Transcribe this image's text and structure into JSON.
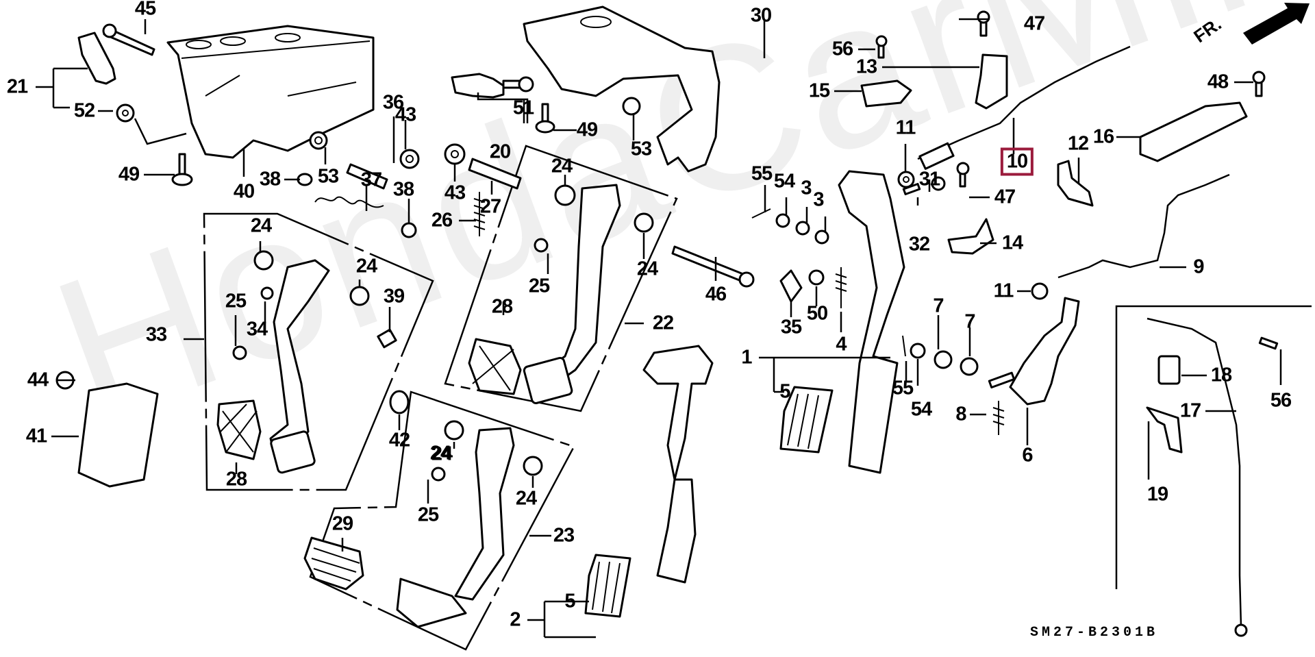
{
  "diagram": {
    "title": "Pedal Assembly Exploded View",
    "drawing_code": "SM27-B2301B",
    "watermark": "HondaCarMine.ru",
    "direction_indicator": "FR.",
    "highlight_color": "#9b1b3c",
    "highlighted_part": "10"
  },
  "callouts": [
    {
      "id": "c45",
      "text": "45"
    },
    {
      "id": "c21",
      "text": "21"
    },
    {
      "id": "c52",
      "text": "52"
    },
    {
      "id": "c49a",
      "text": "49"
    },
    {
      "id": "c40",
      "text": "40"
    },
    {
      "id": "c38a",
      "text": "38"
    },
    {
      "id": "c53a",
      "text": "53"
    },
    {
      "id": "c36",
      "text": "36"
    },
    {
      "id": "c43a",
      "text": "43"
    },
    {
      "id": "c37",
      "text": "37"
    },
    {
      "id": "c38b",
      "text": "38"
    },
    {
      "id": "c20",
      "text": "20"
    },
    {
      "id": "c51",
      "text": "51"
    },
    {
      "id": "c49b",
      "text": "49"
    },
    {
      "id": "c53b",
      "text": "53"
    },
    {
      "id": "c30",
      "text": "30"
    },
    {
      "id": "c43b",
      "text": "43"
    },
    {
      "id": "c27",
      "text": "27"
    },
    {
      "id": "c26",
      "text": "26"
    },
    {
      "id": "c24a",
      "text": "24"
    },
    {
      "id": "c24b",
      "text": "24"
    },
    {
      "id": "c24c",
      "text": "24"
    },
    {
      "id": "c25a",
      "text": "25"
    },
    {
      "id": "c34",
      "text": "34"
    },
    {
      "id": "c39",
      "text": "39"
    },
    {
      "id": "c33",
      "text": "33"
    },
    {
      "id": "c28a",
      "text": "28"
    },
    {
      "id": "c44",
      "text": "44"
    },
    {
      "id": "c41",
      "text": "41"
    },
    {
      "id": "c42",
      "text": "42"
    },
    {
      "id": "c24d",
      "text": "24"
    },
    {
      "id": "c24e",
      "text": "24"
    },
    {
      "id": "c25b",
      "text": "25"
    },
    {
      "id": "c28b",
      "text": "28"
    },
    {
      "id": "c22",
      "text": "22"
    },
    {
      "id": "c24f",
      "text": "24"
    },
    {
      "id": "c24g",
      "text": "24"
    },
    {
      "id": "c25c",
      "text": "25"
    },
    {
      "id": "c29",
      "text": "29"
    },
    {
      "id": "c23",
      "text": "23"
    },
    {
      "id": "c46",
      "text": "46"
    },
    {
      "id": "c2",
      "text": "2"
    },
    {
      "id": "c5a",
      "text": "5"
    },
    {
      "id": "c47a",
      "text": "47"
    },
    {
      "id": "c56a",
      "text": "56"
    },
    {
      "id": "c13",
      "text": "13"
    },
    {
      "id": "c15",
      "text": "15"
    },
    {
      "id": "c11a",
      "text": "11"
    },
    {
      "id": "c10",
      "text": "10"
    },
    {
      "id": "c12",
      "text": "12"
    },
    {
      "id": "c16",
      "text": "16"
    },
    {
      "id": "c48",
      "text": "48"
    },
    {
      "id": "c55a",
      "text": "55"
    },
    {
      "id": "c54a",
      "text": "54"
    },
    {
      "id": "c3a",
      "text": "3"
    },
    {
      "id": "c3b",
      "text": "3"
    },
    {
      "id": "c31",
      "text": "31"
    },
    {
      "id": "c47b",
      "text": "47"
    },
    {
      "id": "c32",
      "text": "32"
    },
    {
      "id": "c14",
      "text": "14"
    },
    {
      "id": "c35",
      "text": "35"
    },
    {
      "id": "c50",
      "text": "50"
    },
    {
      "id": "c4",
      "text": "4"
    },
    {
      "id": "c9",
      "text": "9"
    },
    {
      "id": "c11b",
      "text": "11"
    },
    {
      "id": "c1",
      "text": "1"
    },
    {
      "id": "c5b",
      "text": "5"
    },
    {
      "id": "c7a",
      "text": "7"
    },
    {
      "id": "c7b",
      "text": "7"
    },
    {
      "id": "c55b",
      "text": "55"
    },
    {
      "id": "c54b",
      "text": "54"
    },
    {
      "id": "c8",
      "text": "8"
    },
    {
      "id": "c6",
      "text": "6"
    },
    {
      "id": "c18",
      "text": "18"
    },
    {
      "id": "c56b",
      "text": "56"
    },
    {
      "id": "c17",
      "text": "17"
    },
    {
      "id": "c19",
      "text": "19"
    }
  ]
}
